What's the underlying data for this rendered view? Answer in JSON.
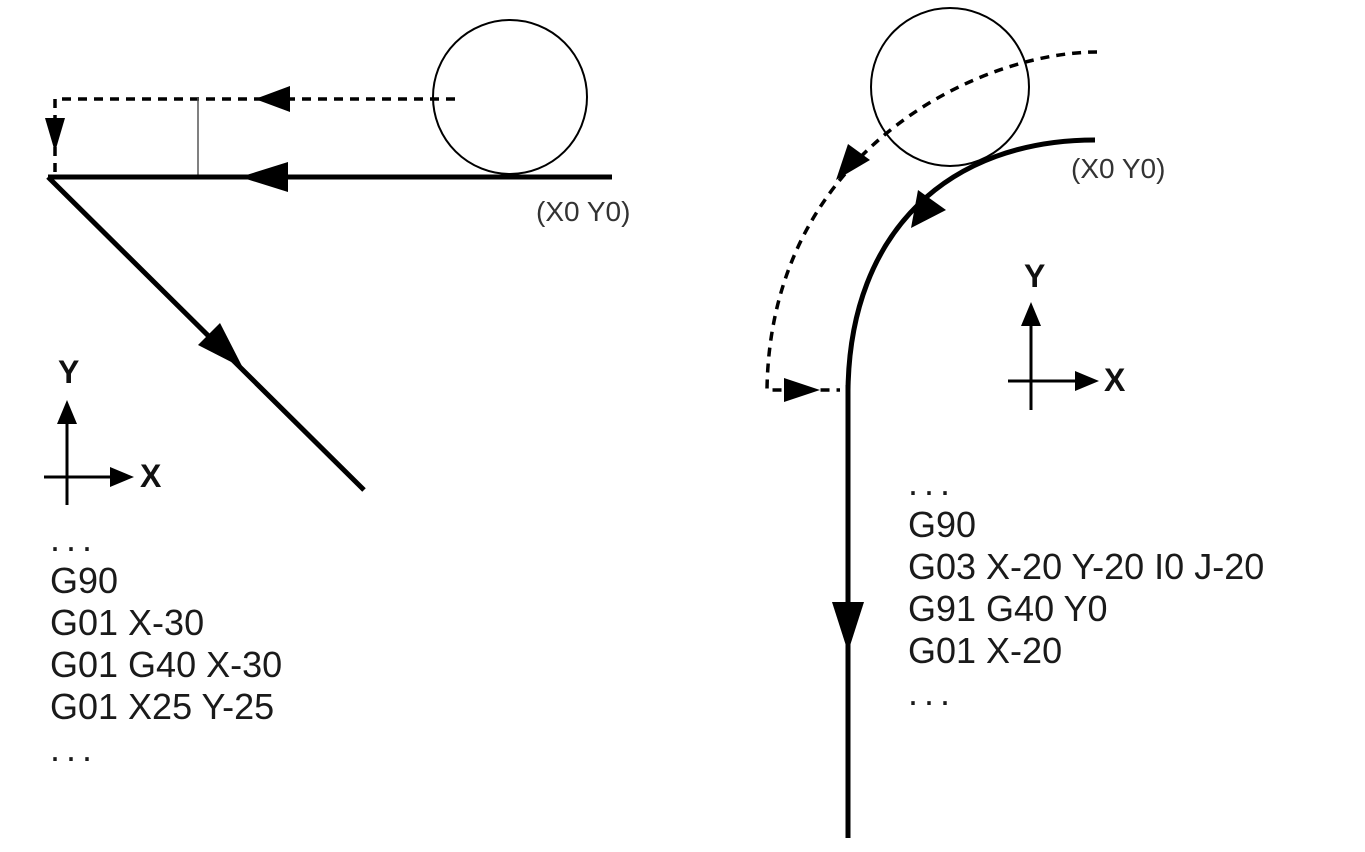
{
  "left": {
    "origin_label": "(X0 Y0)",
    "axis_y": "Y",
    "axis_x": "X",
    "code_lines": [
      "...",
      "G90",
      "G01 X-30",
      "G01 G40 X-30",
      "G01 X25 Y-25",
      "..."
    ]
  },
  "right": {
    "origin_label": "(X0 Y0)",
    "axis_y": "Y",
    "axis_x": "X",
    "code_lines": [
      "...",
      "G90",
      "G03 X-20 Y-20 I0 J-20",
      "G91 G40 Y0",
      "G01 X-20",
      "..."
    ]
  }
}
